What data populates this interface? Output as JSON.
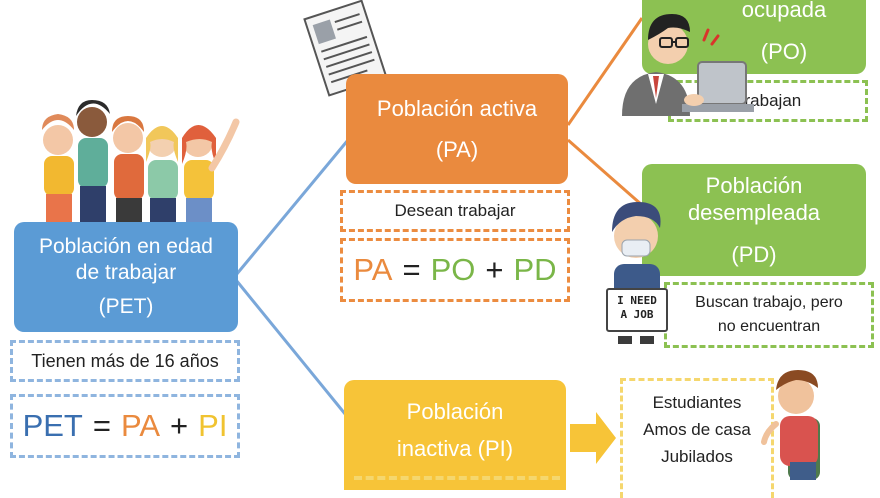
{
  "colors": {
    "blue": "#5b9bd5",
    "orange": "#ea8a3e",
    "green": "#8cc152",
    "yellow": "#f7c438",
    "dash_blue": "#8fb5df",
    "dash_orange": "#ec8c40",
    "dash_green": "#8cc152",
    "dash_yellow": "#f5d76e",
    "eq_blue": "#3a6fb0",
    "eq_orange": "#ea8a3e",
    "eq_yellow": "#f0c330",
    "eq_green": "#7ab648"
  },
  "pet": {
    "line1": "Población en edad",
    "line2": "de trabajar",
    "line3": "(PET)",
    "desc": "Tienen más de 16 años",
    "equation": {
      "lhs": "PET",
      "eq": "=",
      "a": "PA",
      "plus": "+",
      "b": "PI"
    }
  },
  "pa": {
    "line1": "Población activa",
    "line2": "(PA)",
    "desc": "Desean trabajar",
    "equation": {
      "lhs": "PA",
      "eq": "=",
      "a": "PO",
      "plus": "+",
      "b": "PD"
    }
  },
  "po": {
    "line1": "ocupada",
    "line2": "(PO)",
    "desc": "Trabajan"
  },
  "pd": {
    "line1": "Población",
    "line2": "desempleada",
    "line3": "(PD)",
    "desc_line1": "Buscan trabajo, pero",
    "desc_line2": "no encuentran"
  },
  "pi": {
    "line1": "Población",
    "line2": "inactiva (PI)",
    "list": [
      "Estudiantes",
      "Amos de casa",
      "Jubilados"
    ]
  },
  "sign": {
    "line1": "I NEED",
    "line2": "A JOB"
  }
}
